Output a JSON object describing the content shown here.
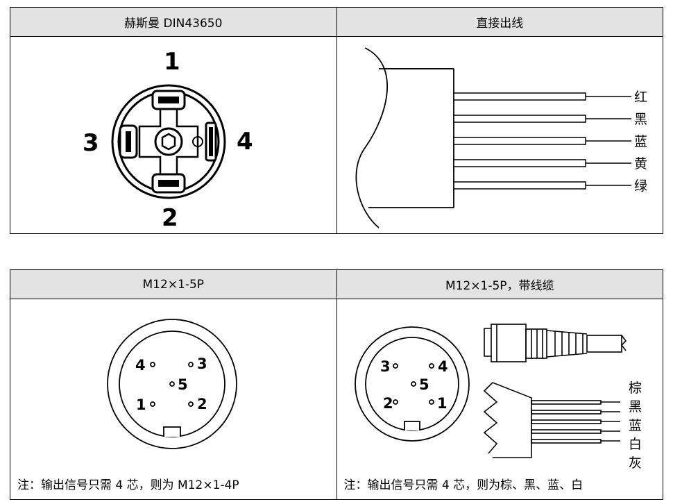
{
  "table1": {
    "header_left": "赫斯曼  DIN43650",
    "header_right": "直接出线",
    "din_pins": {
      "top": "1",
      "bottom": "2",
      "left": "3",
      "right": "4"
    },
    "wire_colors": [
      "红",
      "黑",
      "蓝",
      "黄",
      "绿"
    ]
  },
  "table2": {
    "header_left": "M12×1-5P",
    "header_right": "M12×1-5P，带线缆",
    "left_pins": {
      "tl": "4",
      "tr": "3",
      "center": "5",
      "bl": "1",
      "br": "2"
    },
    "right_pins": {
      "tl": "3",
      "tr": "4",
      "center": "5",
      "bl": "2",
      "br": "1"
    },
    "cable_colors": [
      "棕",
      "黑",
      "蓝",
      "白",
      "灰"
    ],
    "note_left": "注：输出信号只需 4 芯，则为 M12×1-4P",
    "note_right": "注：输出信号只需 4 芯，则为棕、黑、蓝、白"
  }
}
